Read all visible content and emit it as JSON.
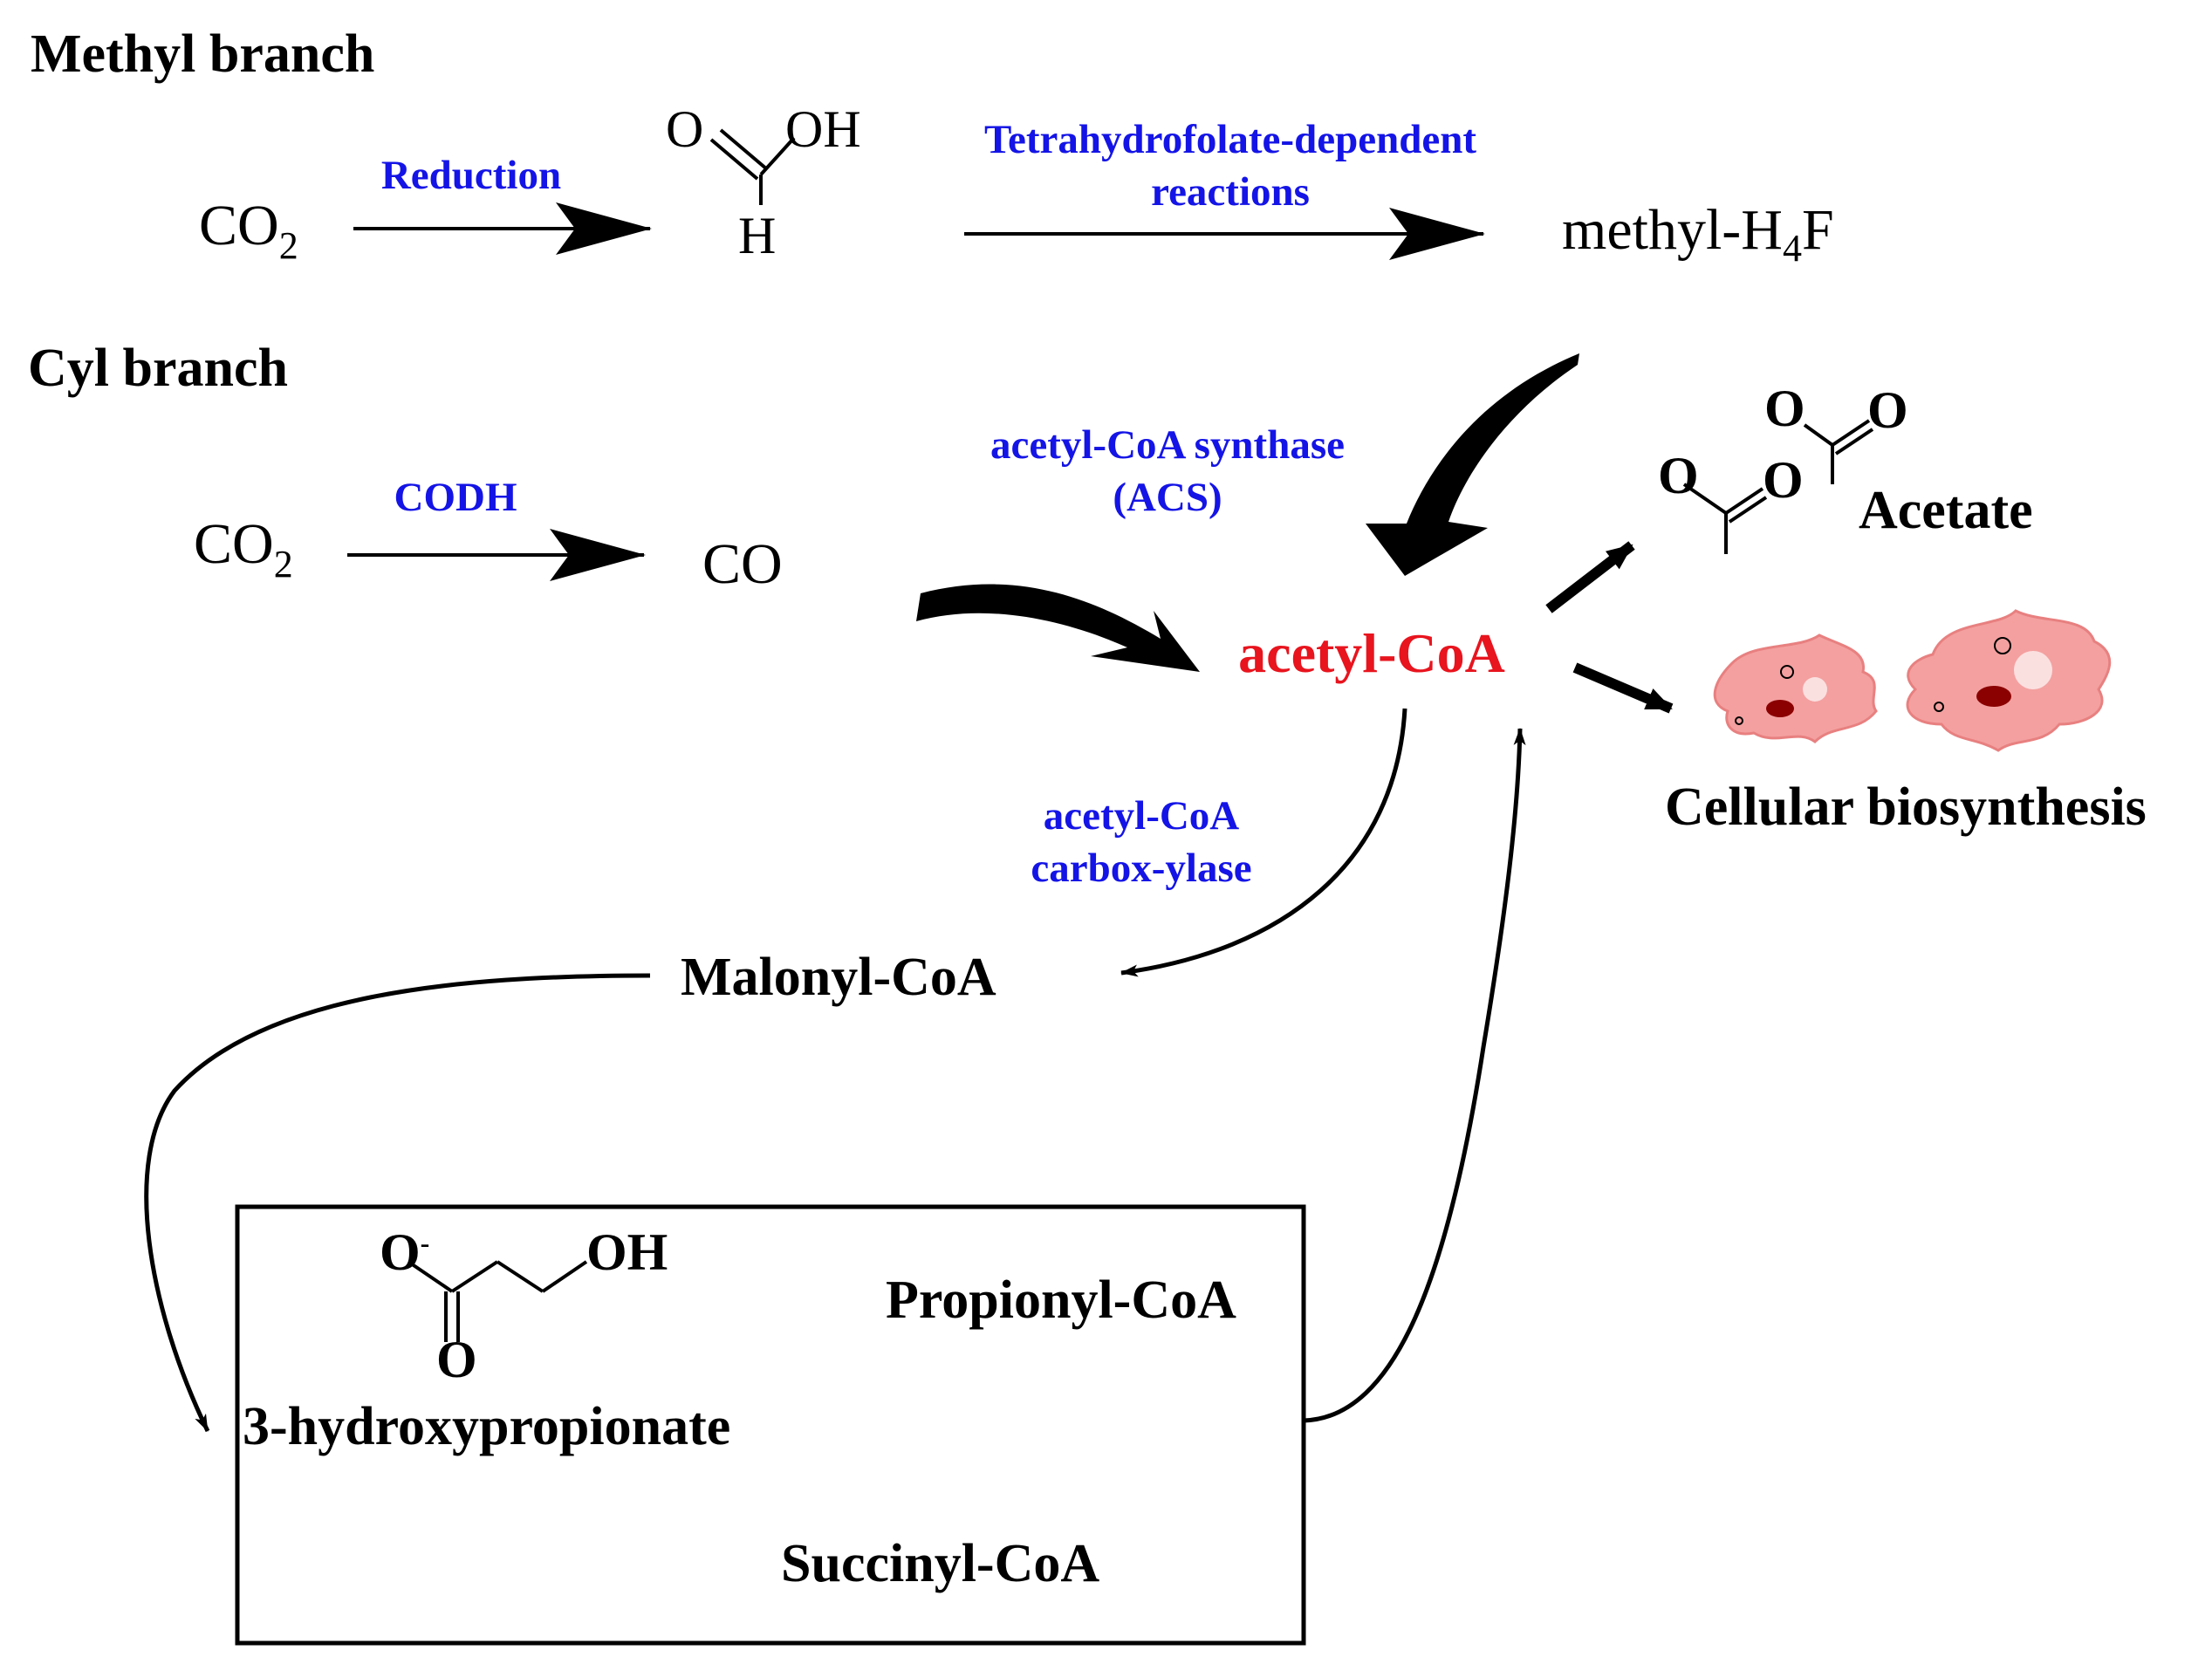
{
  "colors": {
    "enzyme": "#1414e6",
    "hub": "#e8141e",
    "text": "#000000",
    "cell_fill": "#f4a0a0",
    "cell_nucleus": "#8b0000"
  },
  "branches": {
    "methyl": {
      "label": "Methyl branch",
      "co2_main": "CO",
      "co2_sub": "2",
      "step1_enzyme": "Reduction",
      "formate_o": "O",
      "formate_oh": "OH",
      "formate_h": "H",
      "step2_enzyme_line1": "Tetrahydrofolate-dependent",
      "step2_enzyme_line2": "reactions",
      "product_main": "methyl-H",
      "product_sub": "4",
      "product_end": "F"
    },
    "carbonyl": {
      "label": "Cyl branch",
      "co2_main": "CO",
      "co2_sub": "2",
      "step_enzyme": "CODH",
      "product": "CO"
    }
  },
  "hub": {
    "label": "acetyl-CoA",
    "synthase_line1": "acetyl-CoA synthase",
    "synthase_line2": "(ACS)"
  },
  "outputs": {
    "acetate": {
      "label": "Acetate",
      "struct1_o_left": "O",
      "struct1_o_right": "O",
      "struct2_o_left": "O",
      "struct2_o_right": "O"
    },
    "cellular": {
      "label": "Cellular biosynthesis"
    }
  },
  "cycle": {
    "carboxylase_line1": "acetyl-CoA",
    "carboxylase_line2": "carbox-ylase",
    "malonyl": "Malonyl-CoA",
    "hp_o_minus": "O",
    "hp_charge": "-",
    "hp_oh": "OH",
    "hp_o": "O",
    "hydroxypropionate": "3-hydroxypropionate",
    "propionyl": "Propionyl-CoA",
    "succinyl": "Succinyl-CoA"
  }
}
